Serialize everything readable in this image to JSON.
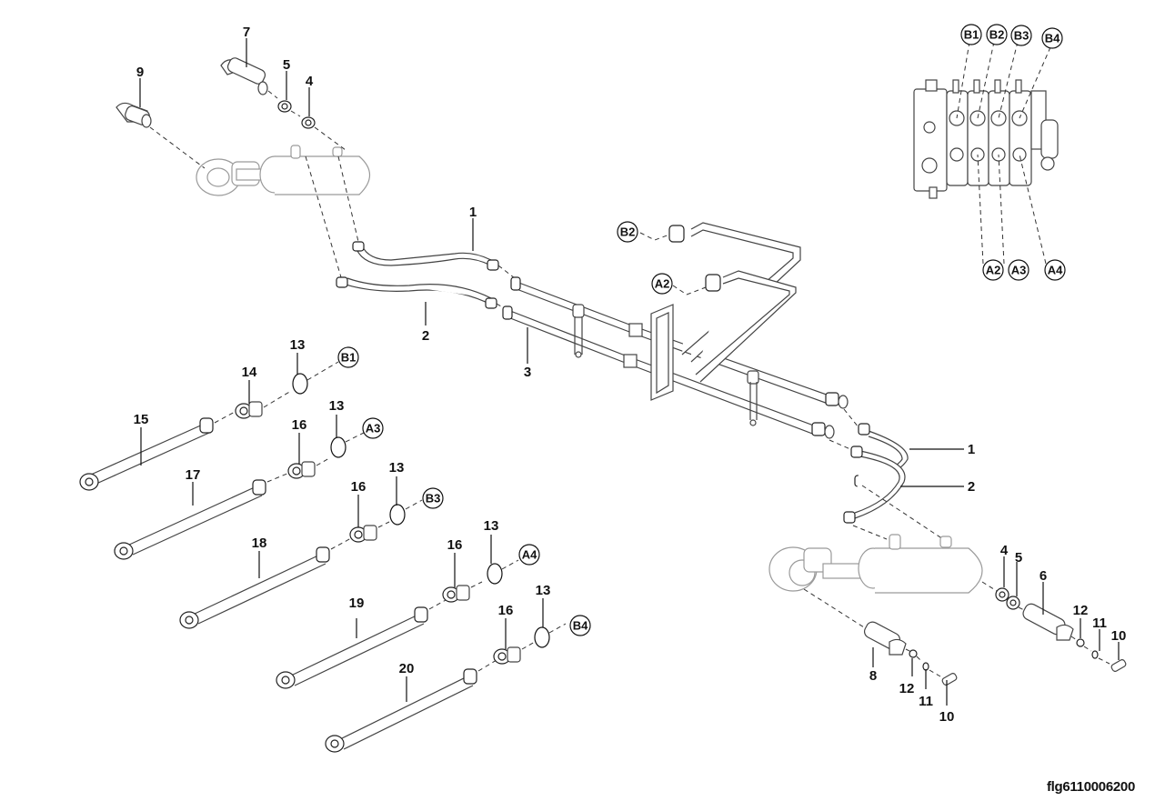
{
  "figure_id": "flg6110006200",
  "callouts": {
    "c1a": "1",
    "c1b": "1",
    "c2a": "2",
    "c2b": "2",
    "c3": "3",
    "c4a": "4",
    "c4b": "4",
    "c5a": "5",
    "c5b": "5",
    "c6": "6",
    "c7": "7",
    "c8": "8",
    "c9": "9",
    "c10a": "10",
    "c10b": "10",
    "c11a": "11",
    "c11b": "11",
    "c12a": "12",
    "c12b": "12",
    "c13a": "13",
    "c13b": "13",
    "c13c": "13",
    "c13d": "13",
    "c13e": "13",
    "c14": "14",
    "c15": "15",
    "c16a": "16",
    "c16b": "16",
    "c16c": "16",
    "c16d": "16",
    "c17": "17",
    "c18": "18",
    "c19": "19",
    "c20": "20"
  },
  "ports": {
    "valve_top": [
      "B1",
      "B2",
      "B3",
      "B4"
    ],
    "valve_bottom": [
      "A2",
      "A3",
      "A4"
    ],
    "pipe_b2": "B2",
    "pipe_a2": "A2",
    "hose_b1": "B1",
    "hose_a3": "A3",
    "hose_b3": "B3",
    "hose_a4": "A4",
    "hose_b4": "B4"
  },
  "colors": {
    "line": "#111111",
    "ghost": "#9a9a9a",
    "background": "#ffffff"
  }
}
